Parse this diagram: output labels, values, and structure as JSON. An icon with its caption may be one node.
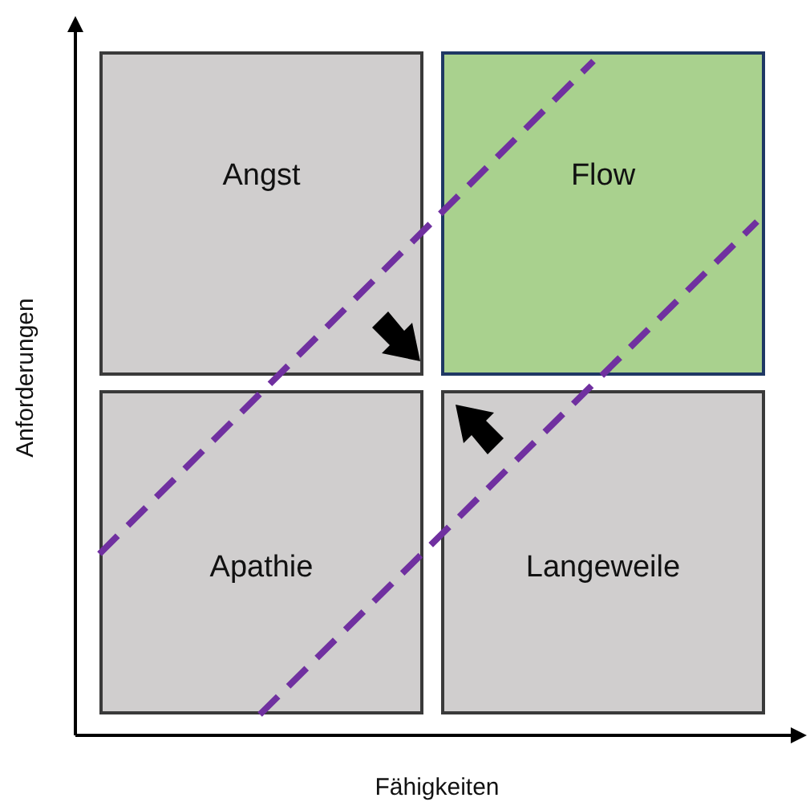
{
  "diagram": {
    "nodes": [
      {
        "text": [
          "Angst"
        ]
      },
      {
        "text": [
          "Flow"
        ]
      },
      {
        "text": [
          "Apathie"
        ]
      },
      {
        "text": [
          "Langeweile"
        ]
      }
    ],
    "labels": [
      "Anforderungen",
      "Fähigkeiten"
    ]
  }
}
